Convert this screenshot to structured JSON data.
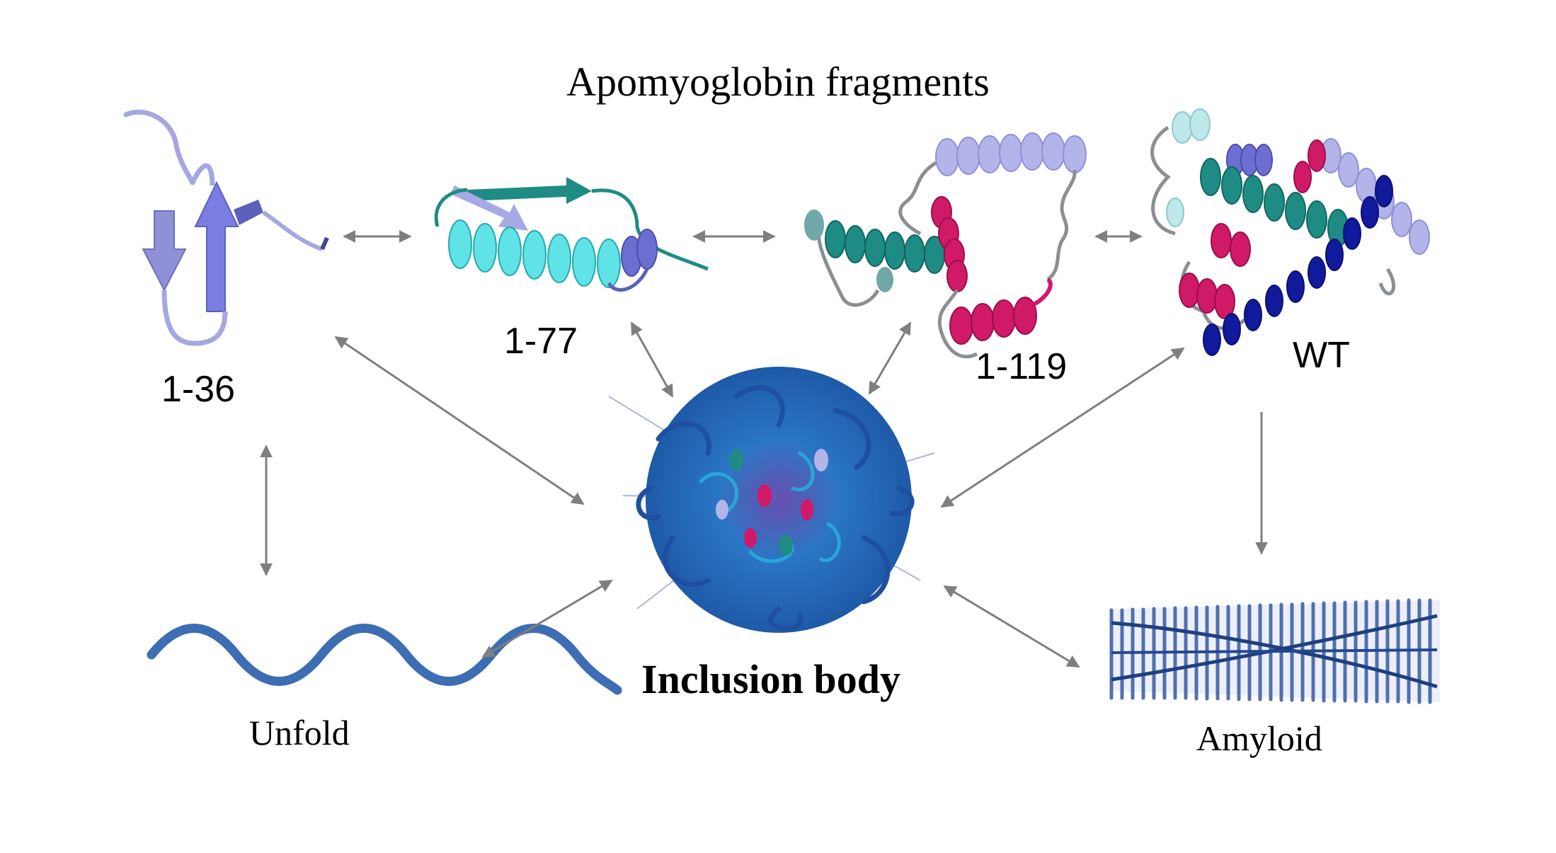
{
  "title": "Apomyoglobin fragments",
  "fragments": [
    {
      "id": "f136",
      "label": "1-36"
    },
    {
      "id": "f177",
      "label": "1-77"
    },
    {
      "id": "f1119",
      "label": "1-119"
    },
    {
      "id": "wt",
      "label": "WT"
    }
  ],
  "center": {
    "label": "Inclusion body"
  },
  "states": {
    "unfold": {
      "label": "Unfold"
    },
    "amyloid": {
      "label": "Amyloid"
    }
  },
  "colors": {
    "lavender": "#8f90d6",
    "lightLavender": "#b3b5ea",
    "teal": "#1e8c84",
    "cyan": "#5fe3e6",
    "magenta": "#d11a67",
    "navy": "#101a9a",
    "steelBlue": "#3d6db2",
    "arrowGray": "#7f7f7f",
    "loopGray": "#8a8f94"
  }
}
